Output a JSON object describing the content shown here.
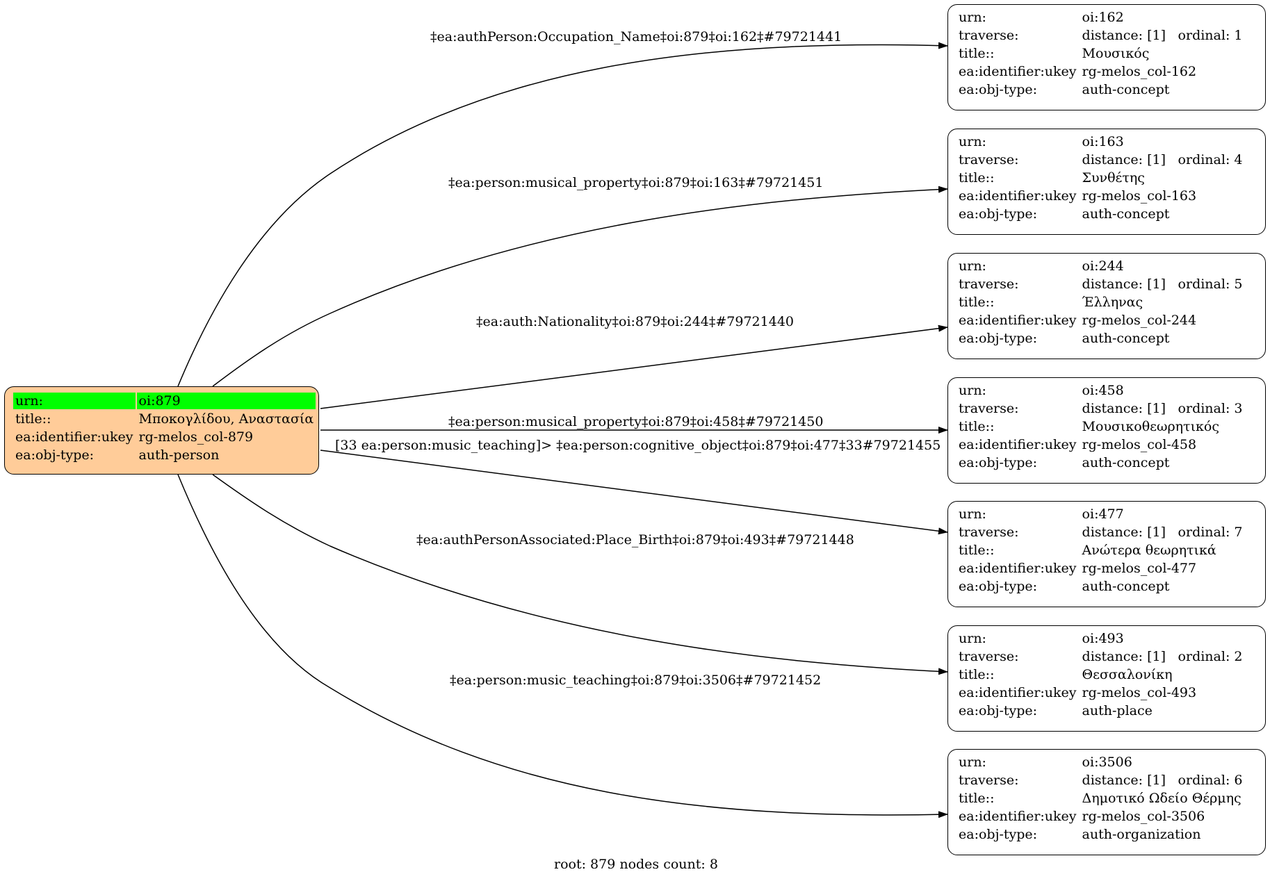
{
  "root": {
    "rows": [
      {
        "key": "urn:",
        "value": "oi:879"
      },
      {
        "key": "title::",
        "value": "Μποκογλίδου, Αναστασία"
      },
      {
        "key": "ea:identifier:ukey",
        "value": "rg-melos_col-879"
      },
      {
        "key": "ea:obj-type:",
        "value": "auth-person"
      }
    ],
    "highlight_color": "#00ff00",
    "fill_color": "#ffcc99"
  },
  "nodes": [
    {
      "urn": "oi:162",
      "distance": "distance: [1]",
      "ordinal": "ordinal: 1",
      "title": "Μουσικός",
      "ukey": "rg-melos_col-162",
      "type": "auth-concept"
    },
    {
      "urn": "oi:163",
      "distance": "distance: [1]",
      "ordinal": "ordinal: 4",
      "title": "Συνθέτης",
      "ukey": "rg-melos_col-163",
      "type": "auth-concept"
    },
    {
      "urn": "oi:244",
      "distance": "distance: [1]",
      "ordinal": "ordinal: 5",
      "title": "Έλληνας",
      "ukey": "rg-melos_col-244",
      "type": "auth-concept"
    },
    {
      "urn": "oi:458",
      "distance": "distance: [1]",
      "ordinal": "ordinal: 3",
      "title": "Μουσικοθεωρητικός",
      "ukey": "rg-melos_col-458",
      "type": "auth-concept"
    },
    {
      "urn": "oi:477",
      "distance": "distance: [1]",
      "ordinal": "ordinal: 7",
      "title": "Ανώτερα θεωρητικά",
      "ukey": "rg-melos_col-477",
      "type": "auth-concept"
    },
    {
      "urn": "oi:493",
      "distance": "distance: [1]",
      "ordinal": "ordinal: 2",
      "title": "Θεσσαλονίκη",
      "ukey": "rg-melos_col-493",
      "type": "auth-place"
    },
    {
      "urn": "oi:3506",
      "distance": "distance: [1]",
      "ordinal": "ordinal: 6",
      "title": "Δημοτικό Ωδείο Θέρμης",
      "ukey": "rg-melos_col-3506",
      "type": "auth-organization"
    }
  ],
  "row_keys": {
    "urn": "urn:",
    "traverse": "traverse:",
    "title": "title::",
    "ukey": "ea:identifier:ukey",
    "type": "ea:obj-type:"
  },
  "edges": [
    {
      "label": "‡ea:authPerson:Occupation_Name‡oi:879‡oi:162‡#79721441",
      "target": 0
    },
    {
      "label": "‡ea:person:musical_property‡oi:879‡oi:163‡#79721451",
      "target": 1
    },
    {
      "label": "‡ea:auth:Nationality‡oi:879‡oi:244‡#79721440",
      "target": 2
    },
    {
      "label": "‡ea:person:musical_property‡oi:879‡oi:458‡#79721450",
      "target": 3
    },
    {
      "label": "[33 ea:person:music_teaching]> ‡ea:person:cognitive_object‡oi:879‡oi:477‡33#79721455",
      "target": 4
    },
    {
      "label": "‡ea:authPersonAssociated:Place_Birth‡oi:879‡oi:493‡#79721448",
      "target": 5
    },
    {
      "label": "‡ea:person:music_teaching‡oi:879‡oi:3506‡#79721452",
      "target": 6
    }
  ],
  "footer": "root: 879 nodes count: 8"
}
